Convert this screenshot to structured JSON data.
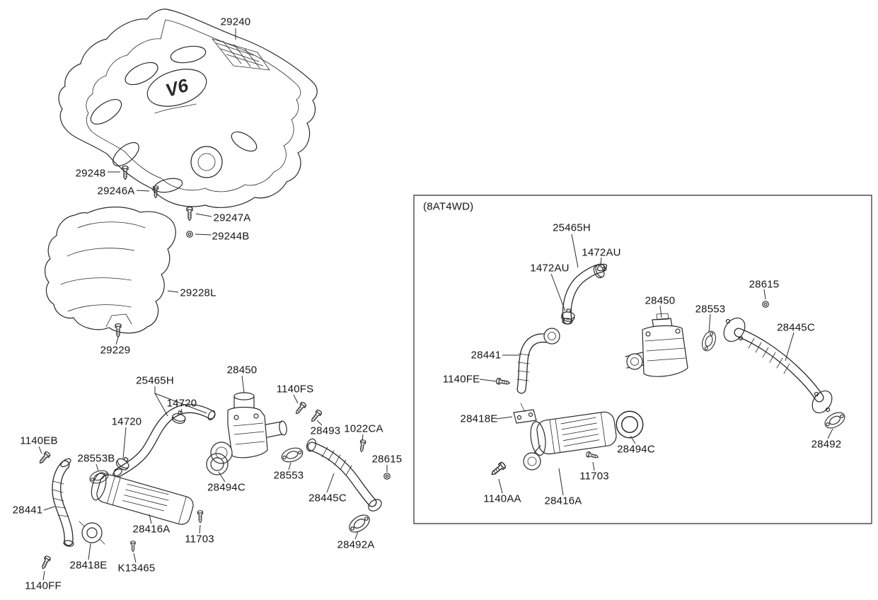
{
  "diagram": {
    "colors": {
      "line": "#2a2a2a",
      "background": "#ffffff"
    },
    "engine_cover_badge": "V6",
    "panel_label": "(8AT4WD)",
    "left_labels": [
      "29240",
      "29248",
      "29246A",
      "29247A",
      "29244B",
      "29228L",
      "29229",
      "25465H",
      "28450",
      "1140FS",
      "14720",
      "14720",
      "28493",
      "1022CA",
      "1140EB",
      "28553B",
      "28615",
      "28553",
      "28494C",
      "28445C",
      "28441",
      "28416A",
      "11703",
      "28492A",
      "28418E",
      "K13465",
      "1140FF"
    ],
    "right_labels": [
      "25465H",
      "1472AU",
      "1472AU",
      "28615",
      "28450",
      "28553",
      "28445C",
      "28441",
      "1140FE",
      "28418E",
      "28494C",
      "28492",
      "11703",
      "1140AA",
      "28416A"
    ]
  }
}
